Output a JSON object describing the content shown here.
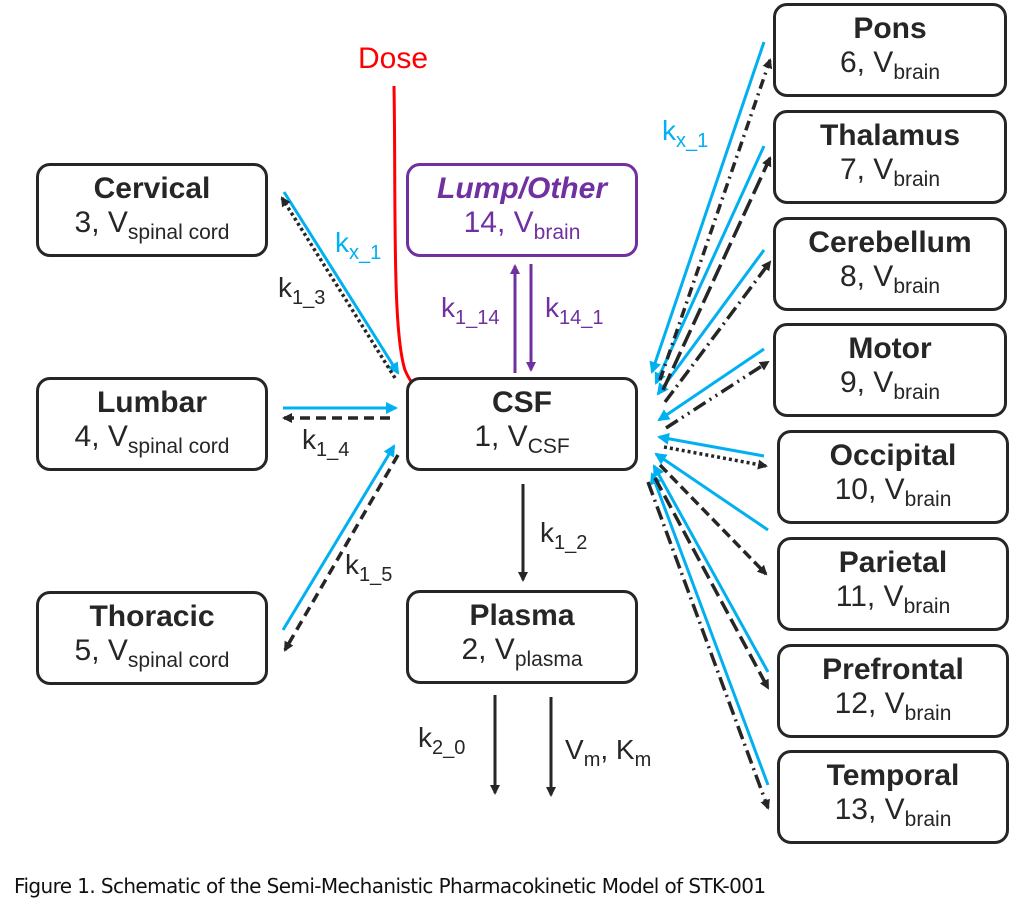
{
  "colors": {
    "blue": "#00b0f0",
    "purple": "#7030a0",
    "red": "#ff0000",
    "black": "#262626"
  },
  "dose_label": "Dose",
  "compartments": {
    "csf": {
      "name": "CSF",
      "num": "1, V",
      "vol": "CSF"
    },
    "plasma": {
      "name": "Plasma",
      "num": "2, V",
      "vol": "plasma"
    },
    "cervical": {
      "name": "Cervical",
      "num": "3, V",
      "vol": "spinal cord"
    },
    "lumbar": {
      "name": "Lumbar",
      "num": "4, V",
      "vol": "spinal cord"
    },
    "thoracic": {
      "name": "Thoracic",
      "num": "5, V",
      "vol": "spinal cord"
    },
    "pons": {
      "name": "Pons",
      "num": "6, V",
      "vol": "brain"
    },
    "thalamus": {
      "name": "Thalamus",
      "num": "7, V",
      "vol": "brain"
    },
    "cerebellum": {
      "name": "Cerebellum",
      "num": "8, V",
      "vol": "brain"
    },
    "motor": {
      "name": "Motor",
      "num": "9, V",
      "vol": "brain"
    },
    "occipital": {
      "name": "Occipital",
      "num": "10, V",
      "vol": "brain"
    },
    "parietal": {
      "name": "Parietal",
      "num": "11, V",
      "vol": "brain"
    },
    "prefrontal": {
      "name": "Prefrontal",
      "num": "12, V",
      "vol": "brain"
    },
    "temporal": {
      "name": "Temporal",
      "num": "13, V",
      "vol": "brain"
    },
    "lump": {
      "name": "Lump/Other",
      "num": "14, V",
      "vol": "brain"
    }
  },
  "rate_labels": {
    "kx1_left": {
      "k": "k",
      "sub": "x_1"
    },
    "kx1_right": {
      "k": "k",
      "sub": "x_1"
    },
    "k13": {
      "k": "k",
      "sub": "1_3"
    },
    "k14": {
      "k": "k",
      "sub": "1_4"
    },
    "k15": {
      "k": "k",
      "sub": "1_5"
    },
    "k1_14": {
      "k": "k",
      "sub": "1_14"
    },
    "k14_1": {
      "k": "k",
      "sub": "14_1"
    },
    "k12": {
      "k": "k",
      "sub": "1_2"
    },
    "k20": {
      "k": "k",
      "sub": "2_0"
    },
    "vmkm": {
      "v": "V",
      "vsub": "m",
      "sep": ", K",
      "ksub": "m"
    }
  },
  "caption": "Figure 1. Schematic of the Semi-Mechanistic Pharmacokinetic Model of STK-001"
}
